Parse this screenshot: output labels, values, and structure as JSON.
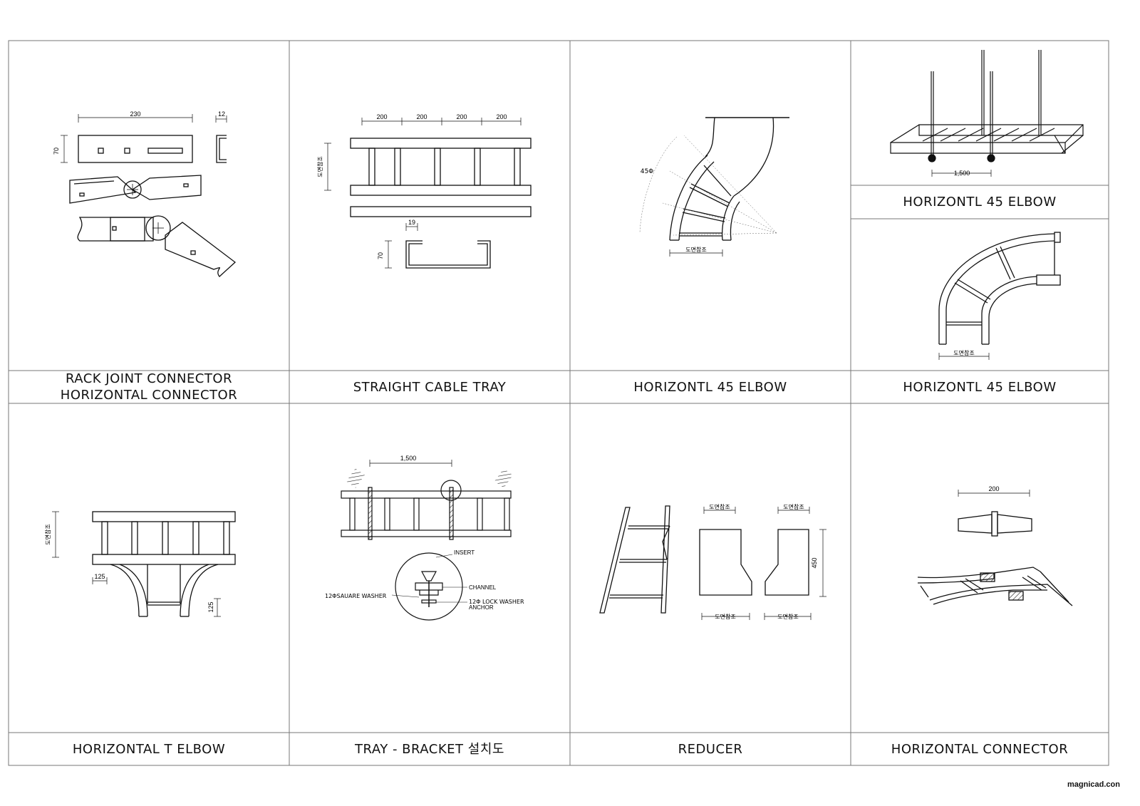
{
  "cells": {
    "c1_line1": "RACK JOINT CONNECTOR",
    "c1_line2": "HORIZONTAL CONNECTOR",
    "c2": "STRAIGHT CABLE TRAY",
    "c3": "HORIZONTL 45 ELBOW",
    "c4_top": "HORIZONTL 45 ELBOW",
    "c4": "HORIZONTL 45 ELBOW",
    "c5": "HORIZONTAL T ELBOW",
    "c6": "TRAY - BRACKET 설치도",
    "c7": "REDUCER",
    "c8": "HORIZONTAL CONNECTOR"
  },
  "dims": {
    "d230": "230",
    "d12": "12",
    "d70": "70",
    "d200": "200",
    "ref": "도면참조",
    "d19": "19",
    "d45": "45Φ",
    "d1500": "1,500",
    "d125": "125",
    "d450": "450"
  },
  "labels": {
    "insert": "INSERT",
    "channel": "CHANNEL",
    "square_washer": "12ΦSAUARE WASHER",
    "lock_washer": "12Φ LOCK WASHER",
    "anchor": "ANCHOR"
  },
  "credit": "magnicad.con"
}
